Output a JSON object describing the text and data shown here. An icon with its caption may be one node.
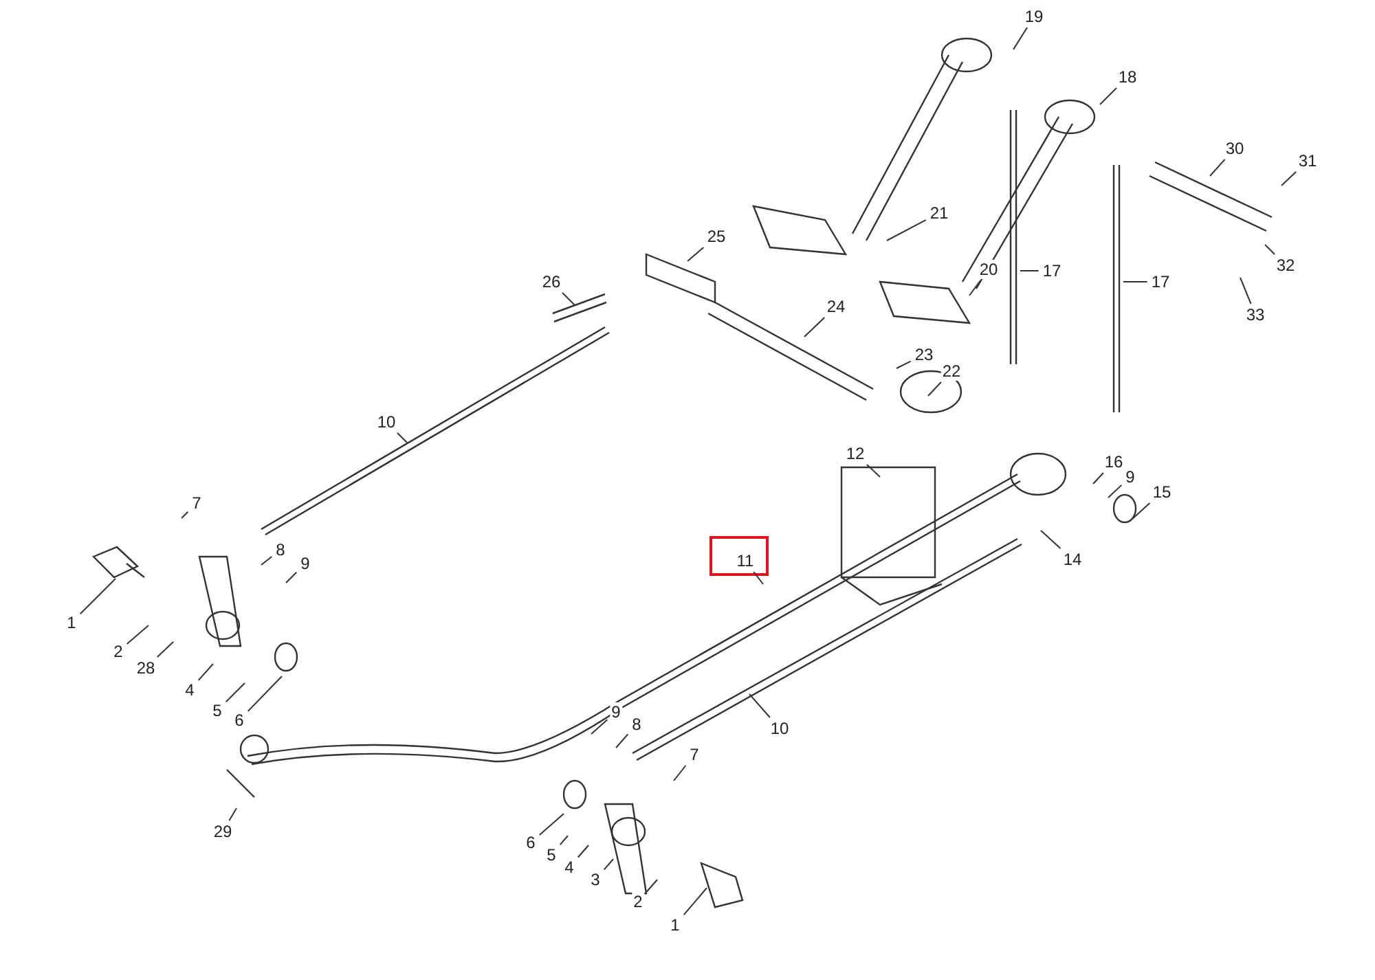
{
  "diagram": {
    "nodes": [
      {
        "text": [
          "19"
        ]
      },
      {
        "text": [
          "18"
        ]
      },
      {
        "text": [
          "30"
        ]
      },
      {
        "text": [
          "31"
        ]
      },
      {
        "text": [
          "21"
        ]
      },
      {
        "text": [
          "32"
        ]
      },
      {
        "text": [
          "17"
        ]
      },
      {
        "text": [
          "17"
        ]
      },
      {
        "text": [
          "20"
        ]
      },
      {
        "text": [
          "25"
        ]
      },
      {
        "text": [
          "26"
        ]
      },
      {
        "text": [
          "33"
        ]
      },
      {
        "text": [
          "24"
        ]
      },
      {
        "text": [
          "23"
        ]
      },
      {
        "text": [
          "22"
        ]
      },
      {
        "text": [
          "10"
        ]
      },
      {
        "text": [
          "12"
        ]
      },
      {
        "text": [
          "16"
        ]
      },
      {
        "text": [
          "9"
        ]
      },
      {
        "text": [
          "15"
        ]
      },
      {
        "text": [
          "7"
        ]
      },
      {
        "text": [
          "14"
        ]
      },
      {
        "text": [
          "11"
        ]
      },
      {
        "text": [
          "8"
        ]
      },
      {
        "text": [
          "9"
        ]
      },
      {
        "text": [
          "1"
        ]
      },
      {
        "text": [
          "2"
        ]
      },
      {
        "text": [
          "28"
        ]
      },
      {
        "text": [
          "4"
        ]
      },
      {
        "text": [
          "5"
        ]
      },
      {
        "text": [
          "6"
        ]
      },
      {
        "text": [
          "9"
        ]
      },
      {
        "text": [
          "8"
        ]
      },
      {
        "text": [
          "7"
        ]
      },
      {
        "text": [
          "10"
        ]
      },
      {
        "text": [
          "29"
        ]
      },
      {
        "text": [
          "6"
        ]
      },
      {
        "text": [
          "5"
        ]
      },
      {
        "text": [
          "4"
        ]
      },
      {
        "text": [
          "3"
        ]
      },
      {
        "text": [
          "2"
        ]
      },
      {
        "text": [
          "1"
        ]
      }
    ],
    "edges": [
      {
        "from": 0,
        "to": null,
        "arrow": "none"
      },
      {
        "from": 1,
        "to": null,
        "arrow": "none"
      },
      {
        "from": 2,
        "to": null,
        "arrow": "none"
      },
      {
        "from": 3,
        "to": null,
        "arrow": "none"
      },
      {
        "from": 4,
        "to": null,
        "arrow": "none"
      },
      {
        "from": 5,
        "to": null,
        "arrow": "none"
      },
      {
        "from": 6,
        "to": null,
        "arrow": "none"
      },
      {
        "from": 7,
        "to": null,
        "arrow": "none"
      },
      {
        "from": 8,
        "to": null,
        "arrow": "none"
      },
      {
        "from": 9,
        "to": null,
        "arrow": "none"
      },
      {
        "from": 10,
        "to": null,
        "arrow": "none"
      },
      {
        "from": 11,
        "to": null,
        "arrow": "none"
      },
      {
        "from": 12,
        "to": null,
        "arrow": "none"
      },
      {
        "from": 13,
        "to": null,
        "arrow": "none"
      },
      {
        "from": 14,
        "to": null,
        "arrow": "none"
      },
      {
        "from": 15,
        "to": null,
        "arrow": "none"
      },
      {
        "from": 16,
        "to": null,
        "arrow": "none"
      },
      {
        "from": 17,
        "to": null,
        "arrow": "none"
      },
      {
        "from": 18,
        "to": null,
        "arrow": "none"
      },
      {
        "from": 19,
        "to": null,
        "arrow": "none"
      },
      {
        "from": 20,
        "to": null,
        "arrow": "none"
      },
      {
        "from": 21,
        "to": null,
        "arrow": "none"
      },
      {
        "from": 22,
        "to": null,
        "arrow": "none"
      },
      {
        "from": 23,
        "to": null,
        "arrow": "none"
      },
      {
        "from": 24,
        "to": null,
        "arrow": "none"
      },
      {
        "from": 25,
        "to": null,
        "arrow": "none"
      },
      {
        "from": 26,
        "to": null,
        "arrow": "none"
      },
      {
        "from": 27,
        "to": null,
        "arrow": "none"
      },
      {
        "from": 28,
        "to": null,
        "arrow": "none"
      },
      {
        "from": 29,
        "to": null,
        "arrow": "none"
      },
      {
        "from": 30,
        "to": null,
        "arrow": "none"
      },
      {
        "from": 31,
        "to": null,
        "arrow": "none"
      },
      {
        "from": 32,
        "to": null,
        "arrow": "none"
      },
      {
        "from": 33,
        "to": null,
        "arrow": "none"
      },
      {
        "from": 34,
        "to": null,
        "arrow": "none"
      },
      {
        "from": 35,
        "to": null,
        "arrow": "none"
      },
      {
        "from": 36,
        "to": null,
        "arrow": "none"
      },
      {
        "from": 37,
        "to": null,
        "arrow": "none"
      },
      {
        "from": 38,
        "to": null,
        "arrow": "none"
      },
      {
        "from": 39,
        "to": null,
        "arrow": "none"
      },
      {
        "from": 40,
        "to": null,
        "arrow": "none"
      },
      {
        "from": 41,
        "to": null,
        "arrow": "none"
      }
    ]
  }
}
